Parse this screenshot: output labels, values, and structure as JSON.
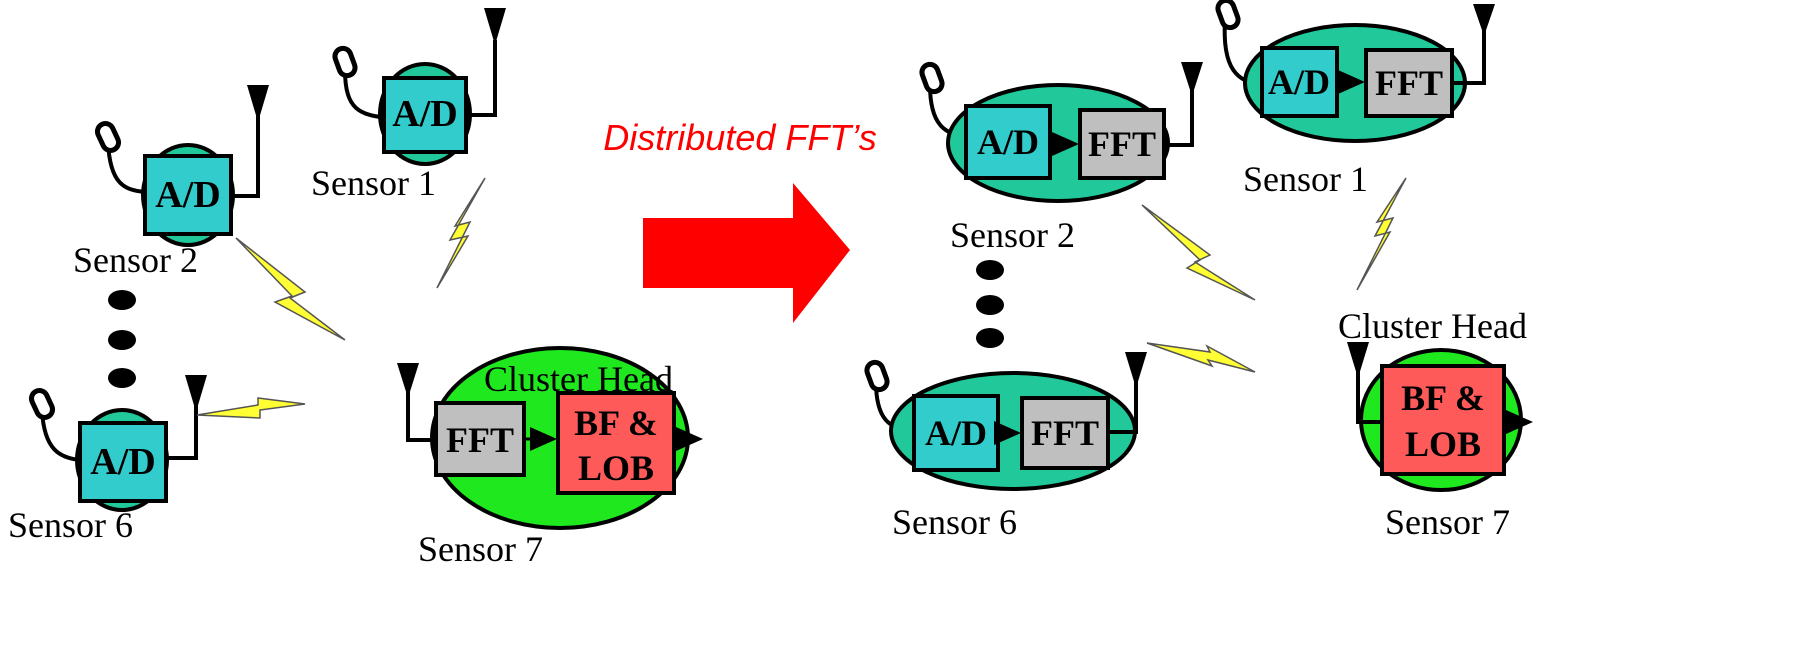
{
  "colors": {
    "teal_oval": "#21c99a",
    "green_oval": "#1fe81f",
    "ad_box": "#33cccc",
    "fft_box": "#bfbfbf",
    "bf_box": "#ff5a5a",
    "arrow": "#ff0000",
    "bolt": "#ffff33",
    "title": "#ff0000"
  },
  "title": "Distributed FFT’s",
  "blocks": {
    "ad": "A/D",
    "fft": "FFT",
    "bf_line1": "BF &",
    "bf_line2": "LOB"
  },
  "left": {
    "sensor1": "Sensor 1",
    "sensor2": "Sensor 2",
    "sensor6": "Sensor 6",
    "sensor7": "Sensor 7",
    "cluster_head": "Cluster Head"
  },
  "right": {
    "sensor1": "Sensor 1",
    "sensor2": "Sensor 2",
    "sensor6": "Sensor 6",
    "sensor7": "Sensor 7",
    "cluster_head": "Cluster Head"
  }
}
